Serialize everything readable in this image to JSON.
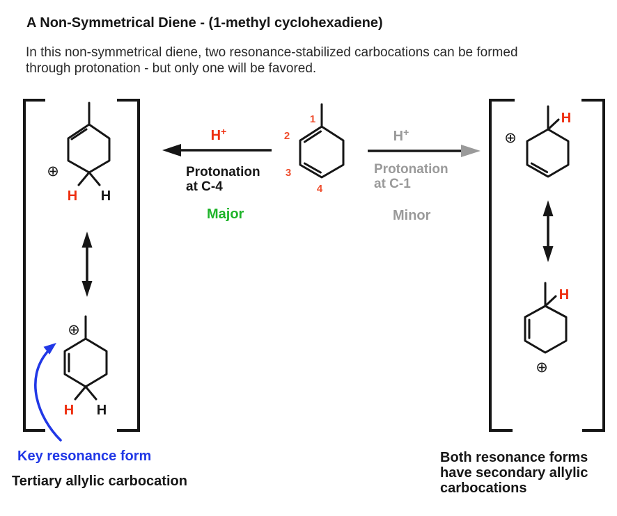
{
  "colors": {
    "black": "#161616",
    "red": "#ee2e0e",
    "red_numbers": "#ef4e2e",
    "green": "#1fb42a",
    "blue": "#2138e6",
    "gray": "#9a9a9a"
  },
  "header": {
    "title": "A Non-Symmetrical Diene - (1-methyl cyclohexadiene)",
    "description_line1": "In this non-symmetrical diene, two resonance-stabilized carbocations can be formed",
    "description_line2": "through protonation - but only one will be favored."
  },
  "center_molecule": {
    "name": "1-methyl cyclohexadiene",
    "carbon_numbers": {
      "c1": "1",
      "c2": "2",
      "c3": "3",
      "c4": "4"
    }
  },
  "left_pathway": {
    "reagent": "H",
    "reagent_charge": "+",
    "step_line1": "Protonation",
    "step_line2": "at C-4",
    "outcome": "Major"
  },
  "right_pathway": {
    "reagent": "H",
    "reagent_charge": "+",
    "step_line1": "Protonation",
    "step_line2": "at C-1",
    "outcome": "Minor"
  },
  "atoms": {
    "hydrogen": "H",
    "plus_charge": "⊕"
  },
  "left_group": {
    "annotation": "Key resonance form",
    "caption": "Tertiary allylic carbocation"
  },
  "right_group": {
    "caption_line1": "Both resonance forms",
    "caption_line2": "have secondary allylic",
    "caption_line3": "carbocations"
  }
}
